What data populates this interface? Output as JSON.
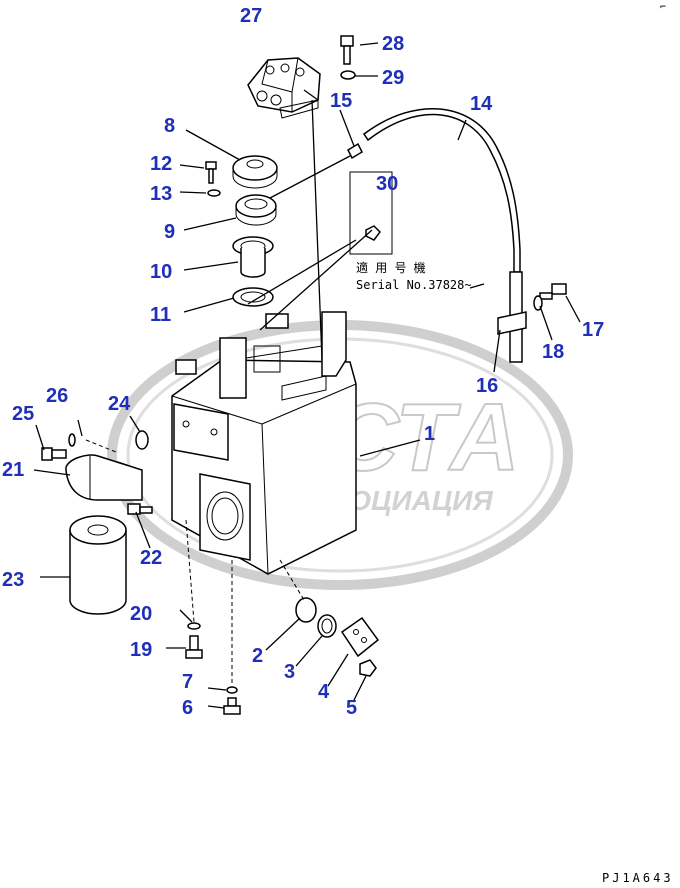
{
  "watermark": {
    "big_text": "АСТА",
    "small_text": "АССОЦИАЦИЯ"
  },
  "serial_note": {
    "line1": "適 用 号 機",
    "line2": "Serial No.37828~"
  },
  "drawing_code": "PJ1A643",
  "corner_mark": "⌐",
  "parts": {
    "p1": "1",
    "p2": "2",
    "p3": "3",
    "p4": "4",
    "p5": "5",
    "p6": "6",
    "p7": "7",
    "p8": "8",
    "p9": "9",
    "p10": "10",
    "p11": "11",
    "p12": "12",
    "p13": "13",
    "p14": "14",
    "p15": "15",
    "p16": "16",
    "p17": "17",
    "p18": "18",
    "p19": "19",
    "p20": "20",
    "p21": "21",
    "p22": "22",
    "p23": "23",
    "p24": "24",
    "p25": "25",
    "p26": "26",
    "p27": "27",
    "p28": "28",
    "p29": "29",
    "p30": "30"
  }
}
